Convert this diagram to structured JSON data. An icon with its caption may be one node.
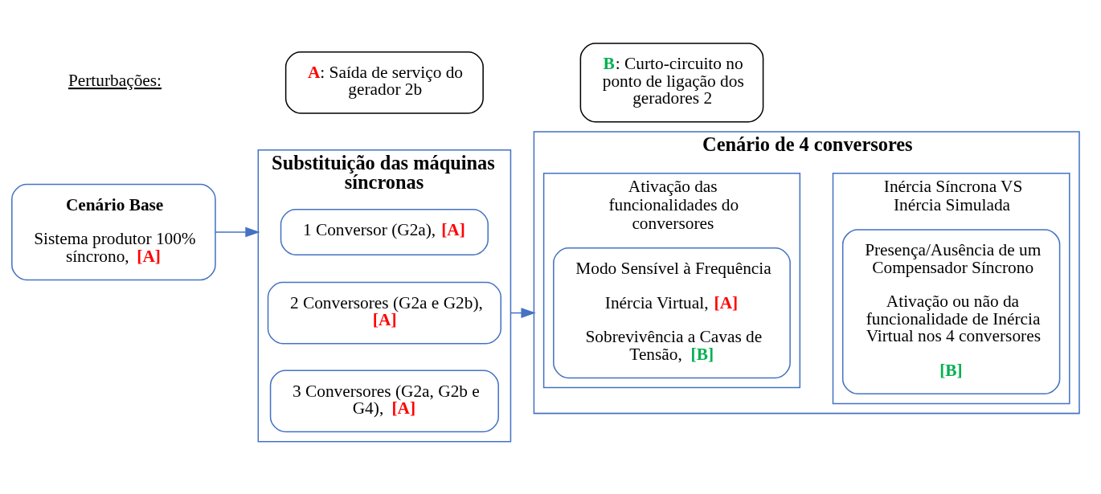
{
  "diagram": {
    "nodes": [
      {
        "text": [
          "Cenário Base",
          "Sistema produtor 100% síncrono, **[A]**"
        ]
      },
      {
        "text": [
          "Substituição das máquinas síncronas"
        ]
      },
      {
        "text": [
          "1 Conversor (G2a), **[A]**"
        ],
        "in": 1
      },
      {
        "text": [
          "2 Conversores (G2a e G2b), **[A]**"
        ],
        "in": 1
      },
      {
        "text": [
          "3 Conversores (G2a, G2b e G4), **[A]**"
        ],
        "in": 1
      },
      {
        "text": [
          "Cenário de 4 conversores"
        ]
      },
      {
        "text": [
          "Ativação das funcionalidades do conversores"
        ],
        "in": 5
      },
      {
        "text": [
          "Modo Sensível à Frequência",
          "Inércia Virtual, **[A]**",
          "Sobrevivência a Cavas de Tensão, **[B]**"
        ],
        "in": 6
      },
      {
        "text": [
          "Inércia Síncrona VS Inércia Simulada"
        ],
        "in": 5
      },
      {
        "text": [
          "Presença/Ausência de um Compensador Síncrono",
          "Ativação ou não da funcionalidade de Inércia Virtual nos 4 conversores",
          "**[B]**"
        ],
        "in": 8
      },
      {
        "text": [
          "**A**: Saída de serviço do gerador 2b"
        ]
      },
      {
        "text": [
          "**B**: Curto-circuito no ponto de ligação dos geradores 2"
        ]
      }
    ],
    "edges": [
      {
        "from": 0,
        "to": 1,
        "arrow": "to"
      },
      {
        "from": 1,
        "to": 5,
        "arrow": "to"
      }
    ],
    "labels": [
      "Perturbações:"
    ]
  }
}
